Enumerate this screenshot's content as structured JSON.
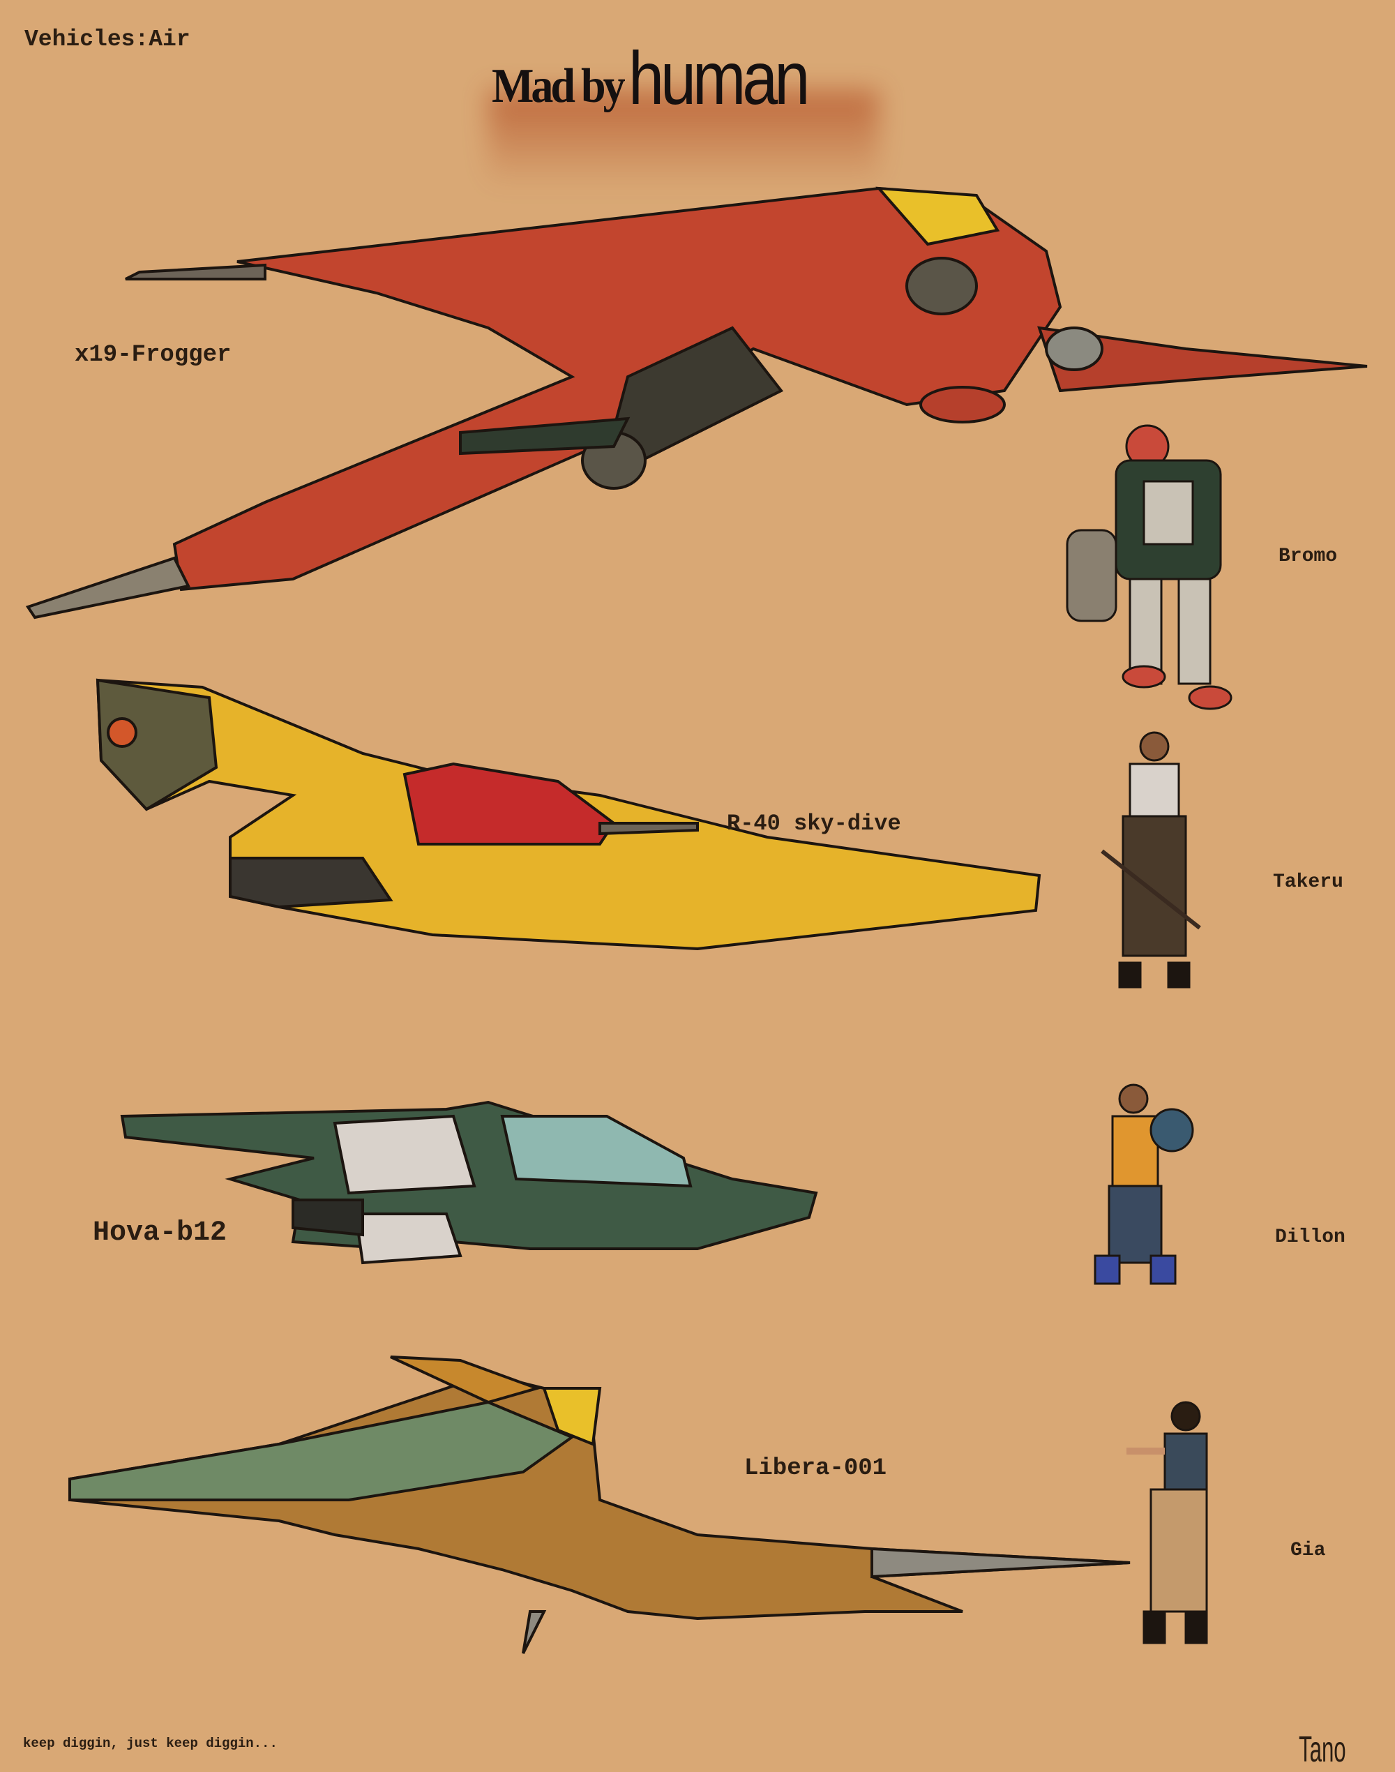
{
  "header": {
    "category": "Vehicles:Air",
    "logo": "Mad by human"
  },
  "vehicles": [
    {
      "name": "x19-Frogger",
      "color": "#c2452e"
    },
    {
      "name": "R-40 sky-dive",
      "color": "#e6b32a"
    },
    {
      "name": "Hova-b12",
      "color": "#3f5a45"
    },
    {
      "name": "Libera-001",
      "color": "#b07a35"
    }
  ],
  "characters": [
    {
      "name": "Bromo"
    },
    {
      "name": "Takeru"
    },
    {
      "name": "Dillon"
    },
    {
      "name": "Gia"
    }
  ],
  "footer": {
    "tagline": "keep diggin, just keep diggin...",
    "signature": "Tano"
  }
}
